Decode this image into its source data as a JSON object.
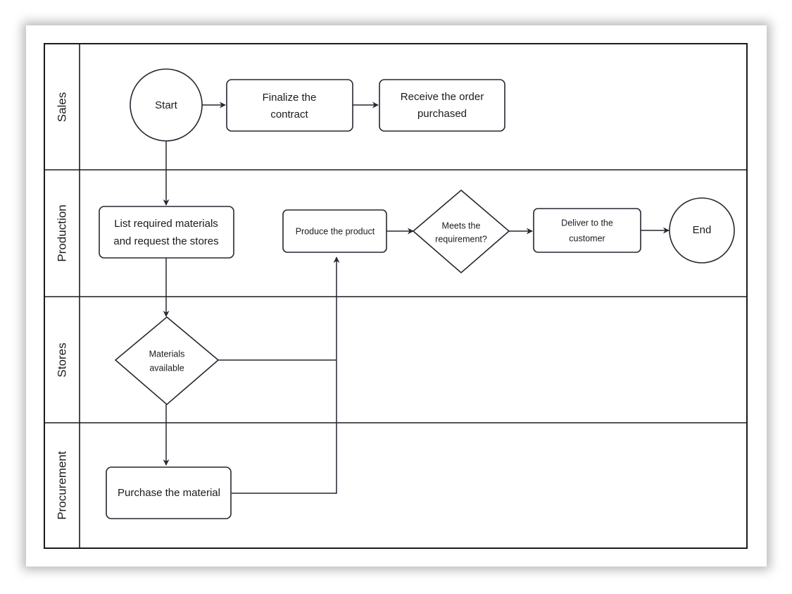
{
  "lanes": {
    "sales": "Sales",
    "production": "Production",
    "stores": "Stores",
    "procurement": "Procurement"
  },
  "nodes": {
    "start": "Start",
    "finalize_line1": "Finalize the",
    "finalize_line2": "contract",
    "receive_line1": "Receive the order",
    "receive_line2": "purchased",
    "list_line1": "List required materials",
    "list_line2": "and request the stores",
    "produce": "Produce the product",
    "meets_line1": "Meets the",
    "meets_line2": "requirement?",
    "deliver_line1": "Deliver to the",
    "deliver_line2": "customer",
    "end": "End",
    "materials_line1": "Materials",
    "materials_line2": "available",
    "purchase": "Purchase the material"
  },
  "colors": {
    "stroke": "#2a2530",
    "background": "#ffffff"
  }
}
